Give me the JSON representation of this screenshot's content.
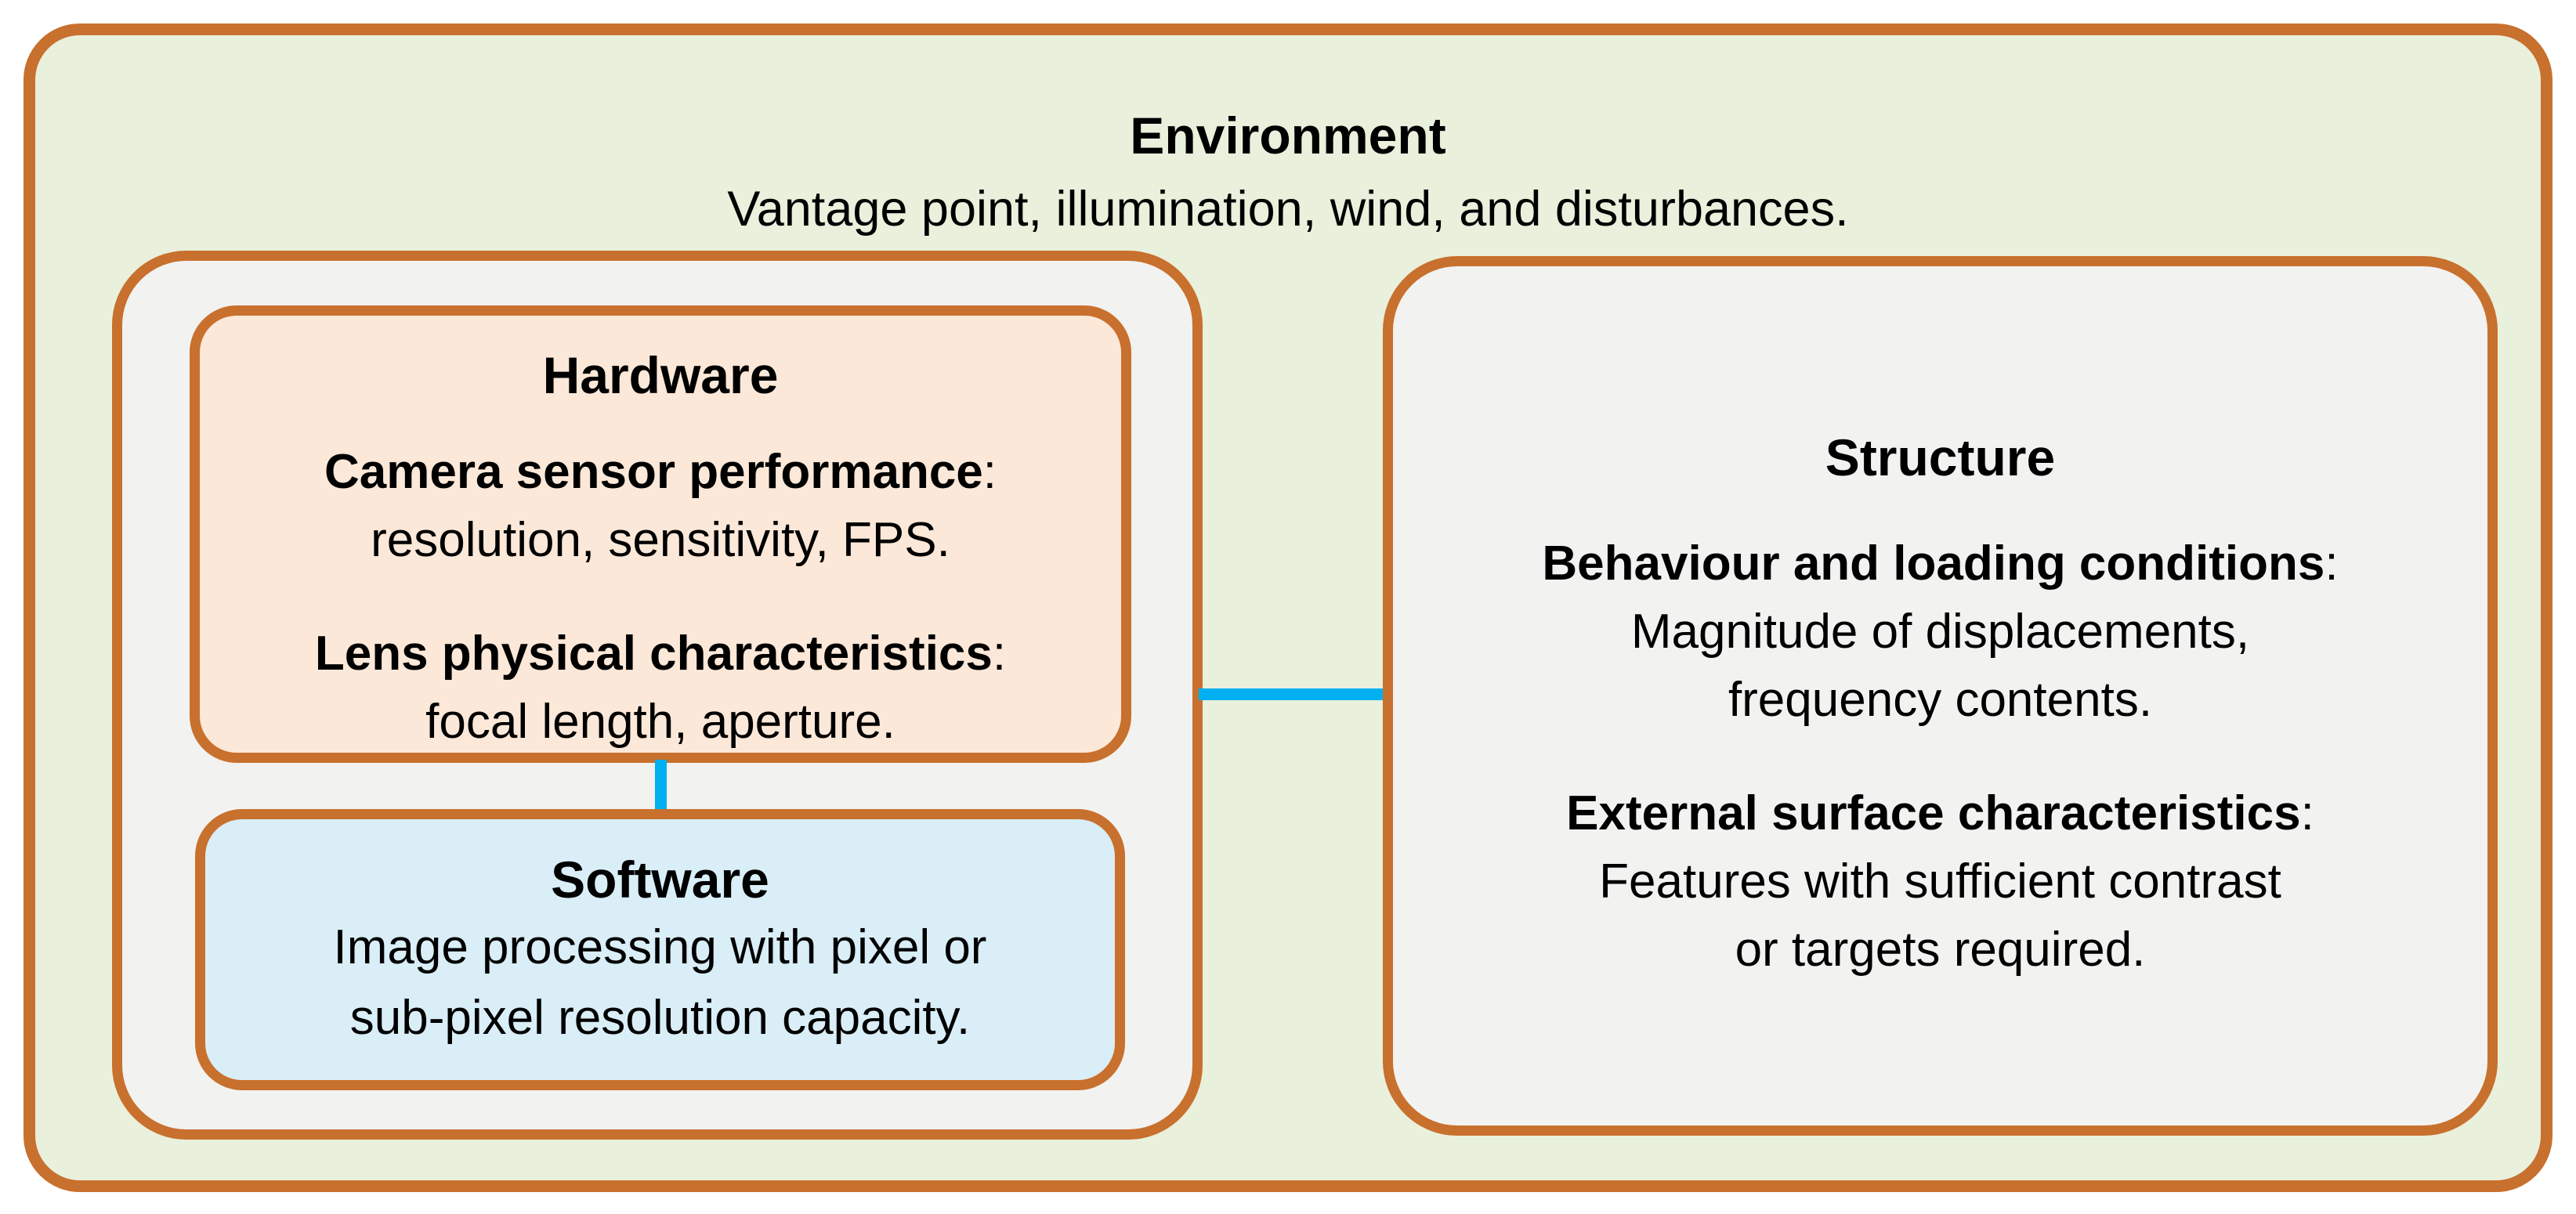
{
  "environment": {
    "title": "Environment",
    "subtitle": "Vantage point, illumination, wind, and disturbances."
  },
  "camera_system": {
    "hardware": {
      "title": "Hardware",
      "items": [
        {
          "label": "Camera sensor performance",
          "separator": ":",
          "detail": "resolution, sensitivity, FPS."
        },
        {
          "label": "Lens physical characteristics",
          "separator": ":",
          "detail": "focal length, aperture."
        }
      ]
    },
    "software": {
      "title": "Software",
      "body_lines": [
        "Image processing with pixel or",
        "sub-pixel resolution capacity."
      ]
    }
  },
  "structure": {
    "title": "Structure",
    "items": [
      {
        "label": "Behaviour and loading conditions",
        "separator": ":",
        "detail_lines": [
          "Magnitude of displacements,",
          "frequency contents."
        ]
      },
      {
        "label": "External surface characteristics",
        "separator": ":",
        "detail_lines": [
          "Features with sufficient contrast",
          "or targets required."
        ]
      }
    ]
  },
  "colors": {
    "border_orange": "#C8702D",
    "environment_fill": "#E9F0DC",
    "panel_fill": "#F2F2F0",
    "hardware_fill": "#FCE8D8",
    "software_fill": "#D9EEF7",
    "connector_blue": "#00B0F0",
    "text": "#000000"
  }
}
